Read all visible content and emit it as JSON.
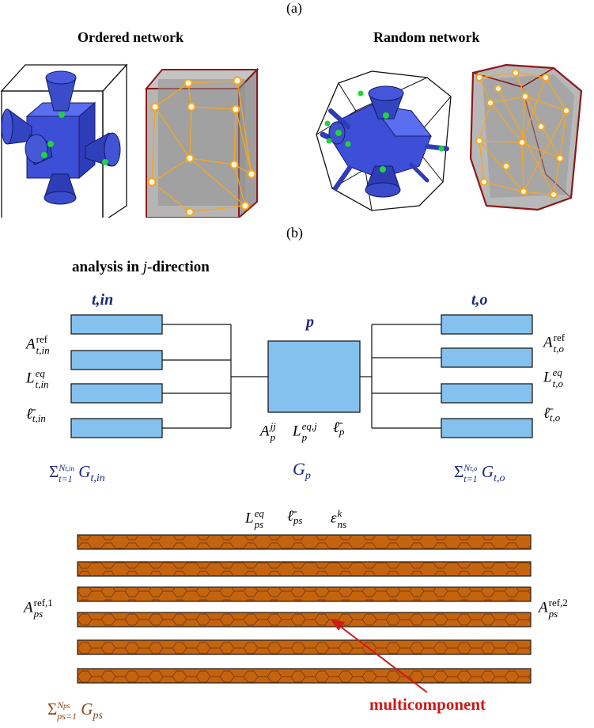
{
  "panel_a": {
    "label": "(a)",
    "ordered_title": "Ordered network",
    "random_title": "Random network"
  },
  "panel_b": {
    "label": "(b)",
    "heading_prefix": "analysis in ",
    "heading_var": "j",
    "heading_suffix": "-direction",
    "left_group": {
      "title": "t,in",
      "labels": [
        {
          "base": "A",
          "sup": "ref",
          "sub": "t,in"
        },
        {
          "base": "L",
          "sup": "eq",
          "sub": "t,in"
        },
        {
          "base": "ℓ̄",
          "sup": "",
          "sub": "t,in"
        }
      ],
      "sum_label": {
        "sym": "Σ",
        "from": "t=1",
        "to": "N",
        "to_sub": "t,in",
        "term": "G",
        "term_sub": "t,in"
      }
    },
    "center_group": {
      "title": "p",
      "labels": [
        {
          "base": "A",
          "sup": "jj",
          "sub": "p"
        },
        {
          "base": "L",
          "sup": "eq,j",
          "sub": "p"
        },
        {
          "base": "ℓ̄",
          "sup": "",
          "sub": "p"
        }
      ],
      "sum_label": {
        "term": "G",
        "term_sub": "p"
      }
    },
    "right_group": {
      "title": "t,o",
      "labels": [
        {
          "base": "A",
          "sup": "ref",
          "sub": "t,o"
        },
        {
          "base": "L",
          "sup": "eq",
          "sub": "t,o"
        },
        {
          "base": "ℓ̄",
          "sup": "",
          "sub": "t,o"
        }
      ],
      "sum_label": {
        "sym": "Σ",
        "from": "t=1",
        "to": "N",
        "to_sub": "t,o",
        "term": "G",
        "term_sub": "t,o"
      }
    },
    "ps_group": {
      "top_labels": [
        {
          "base": "L",
          "sup": "eq",
          "sub": "ps"
        },
        {
          "base": "ℓ̄",
          "sup": "",
          "sub": "ps"
        },
        {
          "base": "ε",
          "sup": "k",
          "sub": "ns"
        }
      ],
      "left_label": {
        "base": "A",
        "sup": "ref,1",
        "sub": "ps"
      },
      "right_label": {
        "base": "A",
        "sup": "ref,2",
        "sub": "ps"
      },
      "sum_label": {
        "sym": "Σ",
        "from": "ps=1",
        "to": "N",
        "to_sub": "ps",
        "term": "G",
        "term_sub": "ps"
      },
      "annotation": "multicomponent",
      "strip_count": 6
    }
  },
  "colors": {
    "tube_fill": "#85c1ee",
    "tube_stroke": "#1c1c1c",
    "strip_fill": "#c5640f",
    "strip_cell": "#7e3a0b",
    "navy_text": "#1a2a7a",
    "brown_text": "#8a4512",
    "arrow_red": "#d01818",
    "pore_blue": "#3d4fd6",
    "node_orange": "#f4a623",
    "frame_red": "#8a1a1a"
  }
}
